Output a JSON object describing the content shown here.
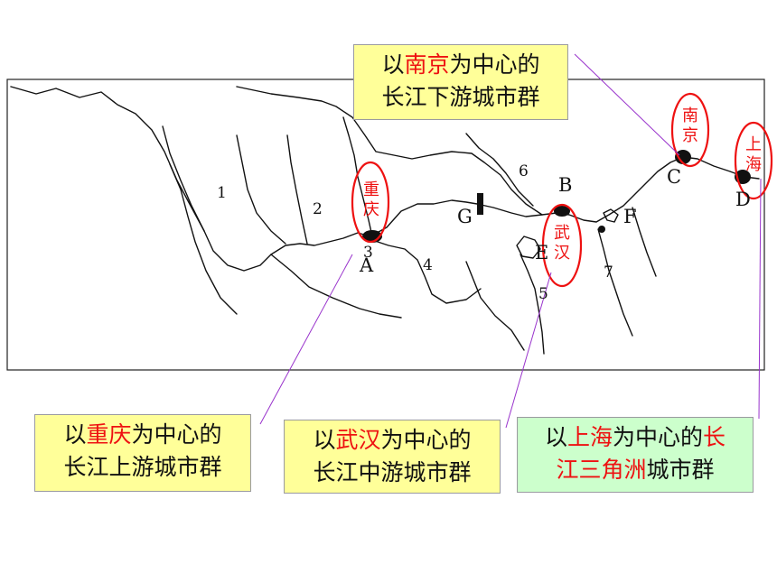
{
  "map": {
    "point_labels": [
      "A",
      "B",
      "C",
      "D",
      "E",
      "F",
      "G"
    ],
    "river_numbers": [
      "1",
      "2",
      "3",
      "4",
      "5",
      "6",
      "7"
    ]
  },
  "cities": {
    "chongqing": [
      "重",
      "庆"
    ],
    "wuhan": [
      "武",
      "汉"
    ],
    "nanjing": [
      "南",
      "京"
    ],
    "shanghai": [
      "上",
      "海"
    ]
  },
  "callouts": {
    "nanjing": {
      "line1": [
        {
          "text": "以",
          "red": false
        },
        {
          "text": "南京",
          "red": true
        },
        {
          "text": "为中心的",
          "red": false
        }
      ],
      "line2": [
        {
          "text": "长江下游城市群",
          "red": false
        }
      ]
    },
    "chongqing": {
      "line1": [
        {
          "text": "以",
          "red": false
        },
        {
          "text": "重庆",
          "red": true
        },
        {
          "text": "为中心的",
          "red": false
        }
      ],
      "line2": [
        {
          "text": "长江上游城市群",
          "red": false
        }
      ]
    },
    "wuhan": {
      "line1": [
        {
          "text": "以",
          "red": false
        },
        {
          "text": "武汉",
          "red": true
        },
        {
          "text": "为中心的",
          "red": false
        }
      ],
      "line2": [
        {
          "text": "长江中游城市群",
          "red": false
        }
      ]
    },
    "shanghai": {
      "line1": [
        {
          "text": "以",
          "red": false
        },
        {
          "text": "上海",
          "red": true
        },
        {
          "text": "为中心的",
          "red": false
        },
        {
          "text": "长",
          "red": true
        }
      ],
      "line2": [
        {
          "text": "江三角洲",
          "red": true
        },
        {
          "text": "城市群",
          "red": false
        }
      ]
    }
  },
  "colors": {
    "highlight_red": "#ee1111",
    "box_yellow": "#ffff99",
    "box_green": "#ccffcc",
    "leader_purple": "#9933cc"
  }
}
